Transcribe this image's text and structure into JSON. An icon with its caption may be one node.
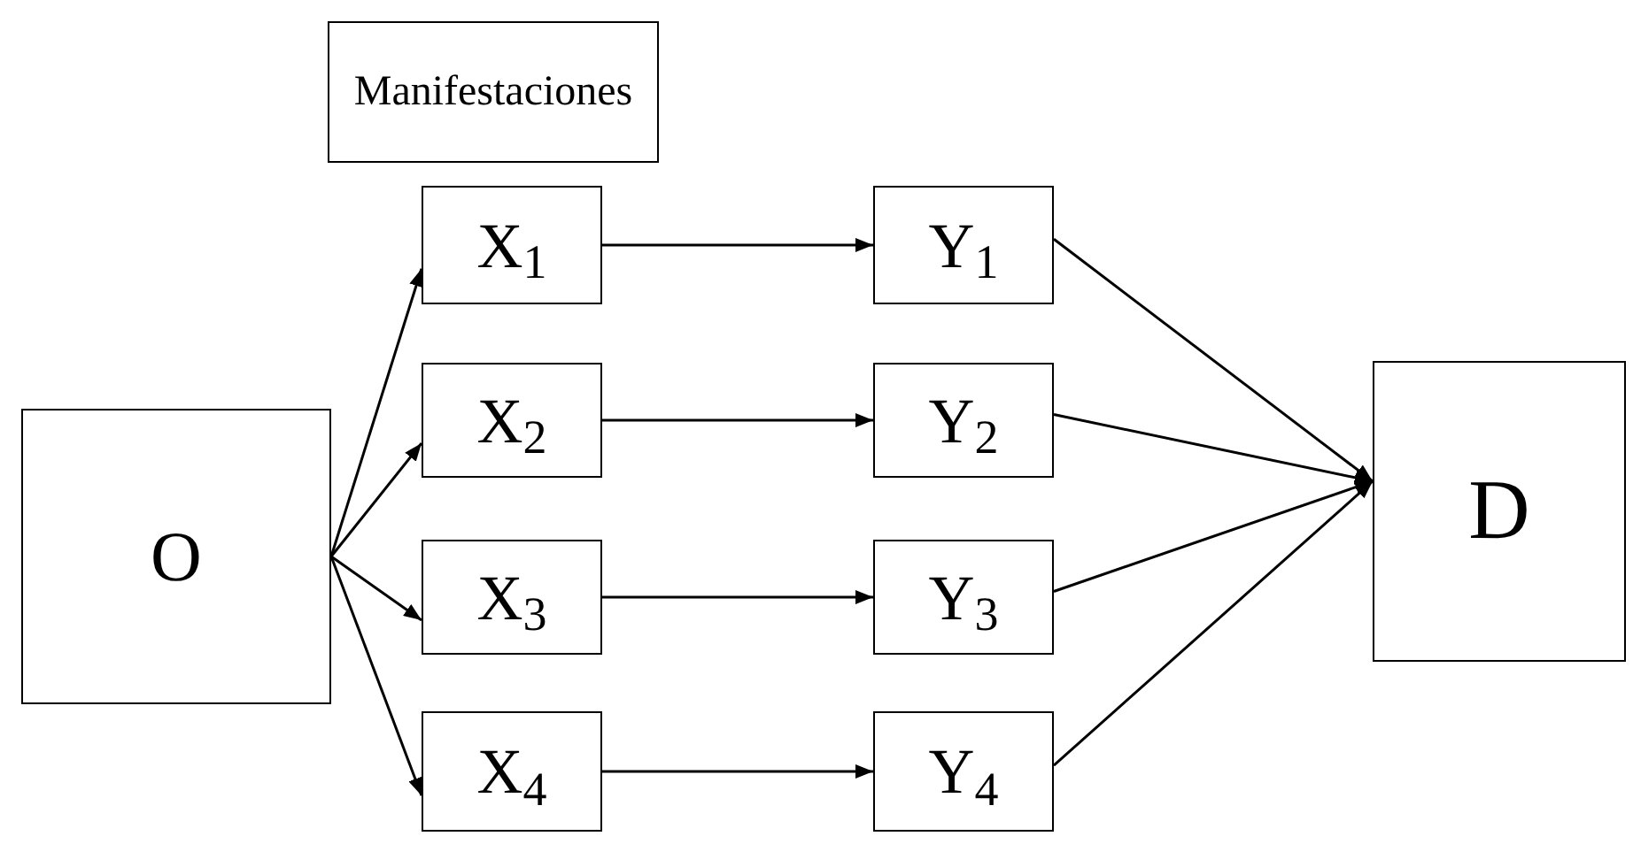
{
  "diagram": {
    "nodes": [
      {
        "text": [
          "Manifestaciones"
        ]
      },
      {
        "text": [
          "O"
        ]
      },
      {
        "text": [
          "X$_{1}$"
        ]
      },
      {
        "text": [
          "X$_{2}$"
        ]
      },
      {
        "text": [
          "X$_{3}$"
        ]
      },
      {
        "text": [
          "X$_{4}$"
        ]
      },
      {
        "text": [
          "Y$_{1}$"
        ]
      },
      {
        "text": [
          "Y$_{2}$"
        ]
      },
      {
        "text": [
          "Y$_{3}$"
        ]
      },
      {
        "text": [
          "Y$_{4}$"
        ]
      },
      {
        "text": [
          "D"
        ]
      }
    ],
    "edges": [
      {
        "from": 1,
        "to": 2,
        "arrow": "to"
      },
      {
        "from": 1,
        "to": 3,
        "arrow": "to"
      },
      {
        "from": 1,
        "to": 4,
        "arrow": "to"
      },
      {
        "from": 1,
        "to": 5,
        "arrow": "to"
      },
      {
        "from": 2,
        "to": 6,
        "arrow": "to"
      },
      {
        "from": 3,
        "to": 7,
        "arrow": "to"
      },
      {
        "from": 4,
        "to": 8,
        "arrow": "to"
      },
      {
        "from": 5,
        "to": 9,
        "arrow": "to"
      },
      {
        "from": 6,
        "to": 10,
        "arrow": "to"
      },
      {
        "from": 7,
        "to": 10,
        "arrow": "to"
      },
      {
        "from": 8,
        "to": 10,
        "arrow": "to"
      },
      {
        "from": 9,
        "to": 10,
        "arrow": "to"
      }
    ]
  }
}
